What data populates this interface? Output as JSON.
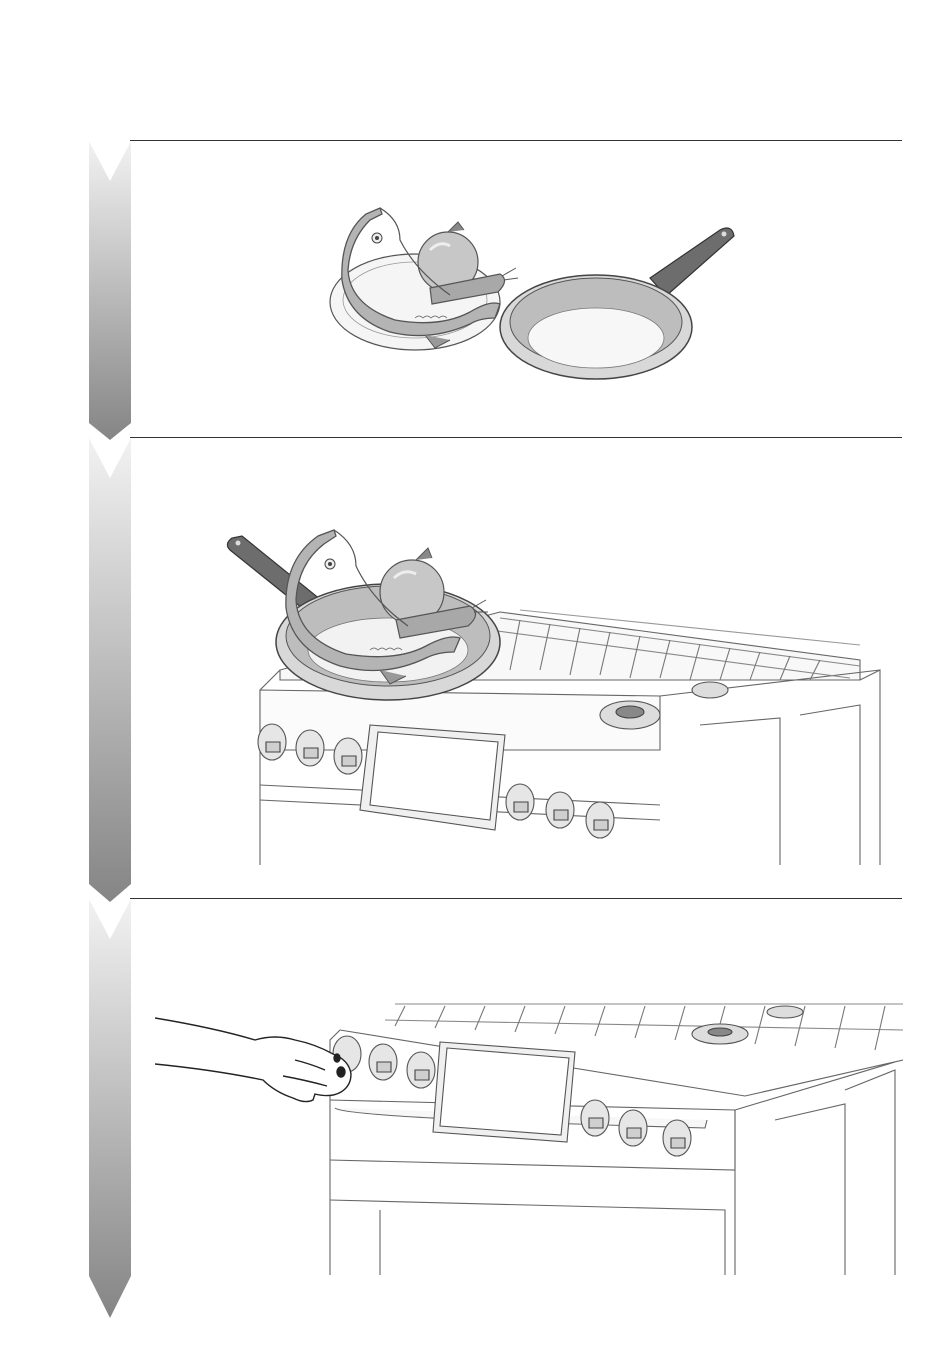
{
  "document": {
    "type": "instruction-steps",
    "steps": [
      {
        "id": 1,
        "scene": "plate-with-fish-onion-carrot-and-empty-frying-pan"
      },
      {
        "id": 2,
        "scene": "frying-pan-with-food-placed-on-gas-range-burner"
      },
      {
        "id": 3,
        "scene": "hand-turning-range-control-knob"
      }
    ]
  },
  "colors": {
    "rail_top": "#efefef",
    "rail_bottom": "#8a8a8a",
    "line": "#333333",
    "food_grey": "#b9b9b9",
    "pan_handle": "#6d6d6d"
  },
  "icons": {
    "step_arrow": "chevron-down-arrow",
    "fish": "fish-illustration",
    "pan": "frying-pan-illustration",
    "range": "gas-range-illustration",
    "hand": "hand-illustration"
  }
}
